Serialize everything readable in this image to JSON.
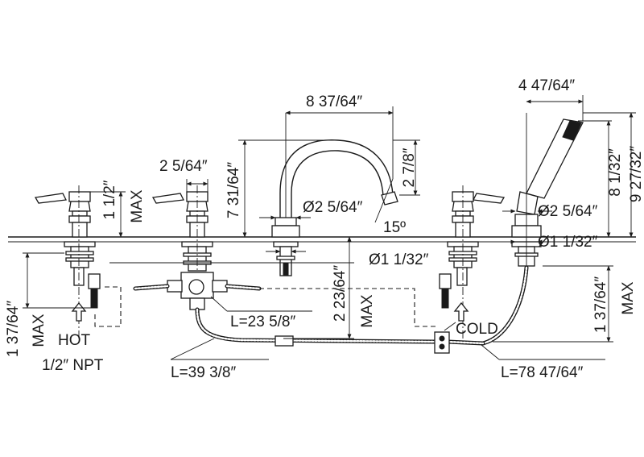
{
  "labels": {
    "spout_reach": "8 37/64″",
    "spout_drop": "2 7/8″",
    "spout_height": "7 31/64″",
    "spout_base_dia": "Ø2 5/64″",
    "spout_angle": "15º",
    "shank_dia": "Ø1 1/32″",
    "handle_width": "2 5/64″",
    "handle_height": "1 1/2″",
    "handle_height_max": "MAX",
    "handshower_reach": "4 47/64″",
    "handshower_height_a": "8 1/32″",
    "handshower_height_b": "9 27/32″",
    "handshower_base_dia": "Ø2 5/64″",
    "handshower_shank_dia": "Ø1 1/32″",
    "below_deck_left": "1 37/64″",
    "below_deck_left_max": "MAX",
    "below_deck_mid": "2 23/64″",
    "below_deck_mid_max": "MAX",
    "below_deck_right": "1 37/64″",
    "below_deck_right_max": "MAX",
    "hot": "HOT",
    "cold": "COLD",
    "npt": "1/2″ NPT",
    "hose_short": "L=23 5/8″",
    "hose_mid": "L=39 3/8″",
    "hose_long": "L=78 47/64″"
  }
}
